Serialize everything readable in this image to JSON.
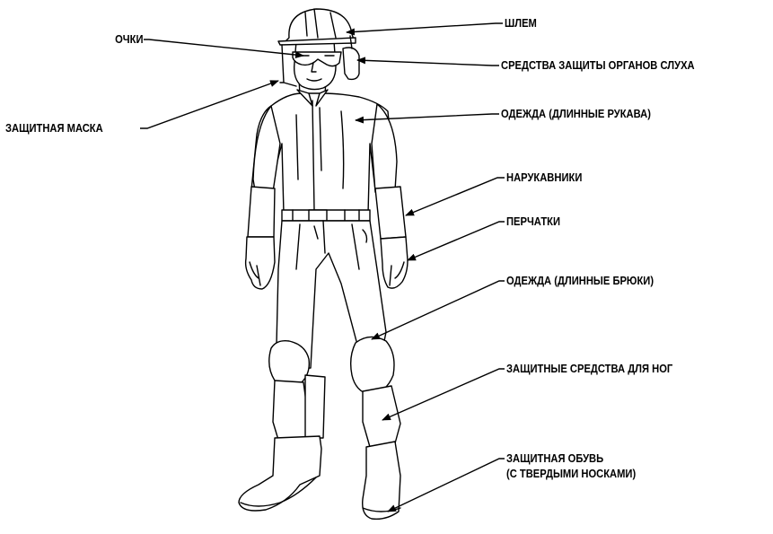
{
  "labels": {
    "glasses": "ОЧКИ",
    "face_mask": "ЗАЩИТНАЯ МАСКА",
    "helmet": "ШЛЕМ",
    "hearing": "СРЕДСТВА ЗАЩИТЫ ОРГАНОВ СЛУХА",
    "clothing_sleeves": "ОДЕЖДА (ДЛИННЫЕ РУКАВА)",
    "armguards": "НАРУКАВНИКИ",
    "gloves": "ПЕРЧАТКИ",
    "clothing_trousers": "ОДЕЖДА (ДЛИННЫЕ БРЮКИ)",
    "leg_protection": "ЗАЩИТНЫЕ СРЕДСТВА ДЛЯ НОГ",
    "boots_line1": "ЗАЩИТНАЯ ОБУВЬ",
    "boots_line2": "(С ТВЕРДЫМИ НОСКАМИ)"
  }
}
